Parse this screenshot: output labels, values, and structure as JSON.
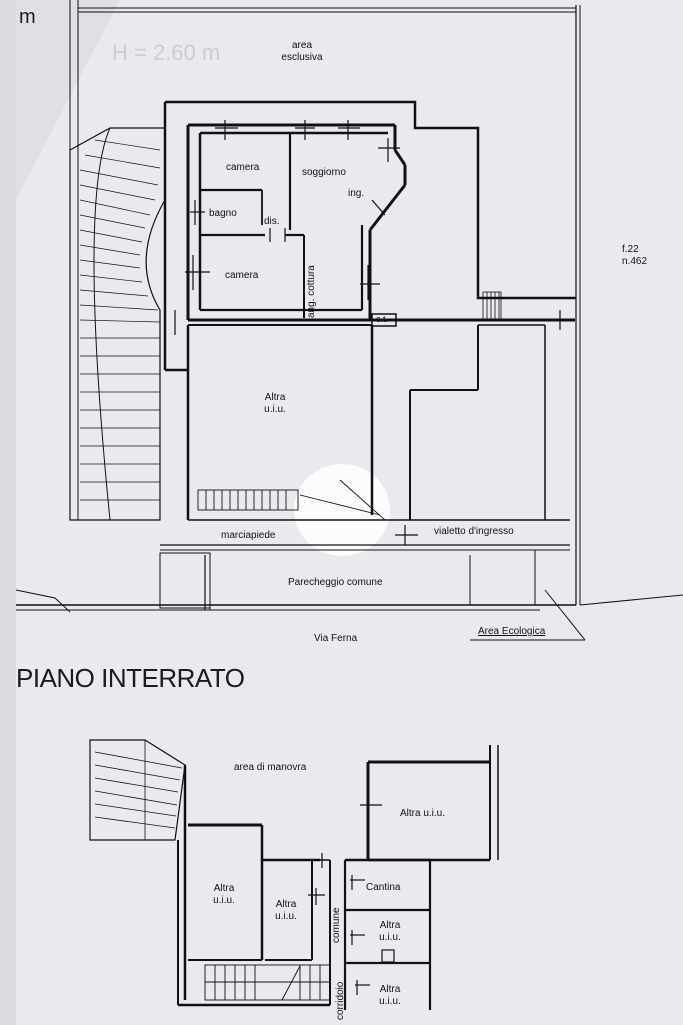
{
  "sheet": {
    "corner_text": "m",
    "faint_height_note": "H = 2.60 m"
  },
  "ground_floor": {
    "rooms": {
      "area_esclusiva": "area\nesclusiva",
      "camera_top": "camera",
      "soggiorno": "soggiorno",
      "ing": "ing.",
      "bagno": "bagno",
      "dis": "dis.",
      "camera_bottom": "camera",
      "ang_cottura": "ang. cottura",
      "ct": "c.t.",
      "altra_uiu": "Altra\nu.i.u."
    },
    "surroundings": {
      "parcel": "f.22\nn.462",
      "marciapiede": "marciapiede",
      "vialetto": "vialetto d'ingresso",
      "parcheggio": "Parecheggio comune",
      "via": "Via Ferna",
      "area_ecologica": "Area Ecologica"
    }
  },
  "basement": {
    "heading": "PIANO INTERRATO",
    "rooms": {
      "area_manovra": "area di manovra",
      "altra_right": "Altra u.i.u.",
      "altra_left": "Altra\nu.i.u.",
      "altra_mid": "Altra\nu.i.u.",
      "comune": "comune",
      "cantina": "Cantina",
      "altra_small": "Altra\nu.i.u.",
      "corridoio": "corridoio",
      "altra_bottom": "Altra\nu.i.u."
    }
  },
  "colors": {
    "paper": "#e9eaee",
    "ink": "#111111",
    "background": "#d9dbe0"
  }
}
